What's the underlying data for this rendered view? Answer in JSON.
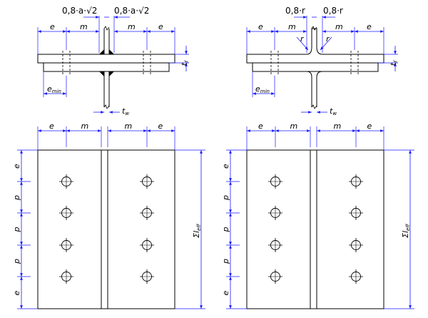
{
  "left_view": {
    "weld_label_left": "0,8·a·√2",
    "weld_label_right": "0,8·a·√2",
    "e_label": "e",
    "m_label": "m",
    "emin_label": "e",
    "emin_sub": "min",
    "tf_label": "t",
    "tf_sub": "f",
    "tw_label": "t",
    "tw_sub": "w"
  },
  "right_view": {
    "fillet_label_left": "0,8·r",
    "fillet_label_right": "0,8·r",
    "r_label": "r",
    "e_label": "e",
    "m_label": "m",
    "emin_label": "e",
    "emin_sub": "min",
    "tf_label": "t",
    "tf_sub": "f",
    "tw_label": "t",
    "tw_sub": "w"
  },
  "plan_views": {
    "e_label": "e",
    "m_label": "m",
    "p_label": "p",
    "leff_label": "Σl",
    "leff_sub": "eff"
  },
  "colors": {
    "dimension": "#1a1aff",
    "outline": "#000000"
  }
}
